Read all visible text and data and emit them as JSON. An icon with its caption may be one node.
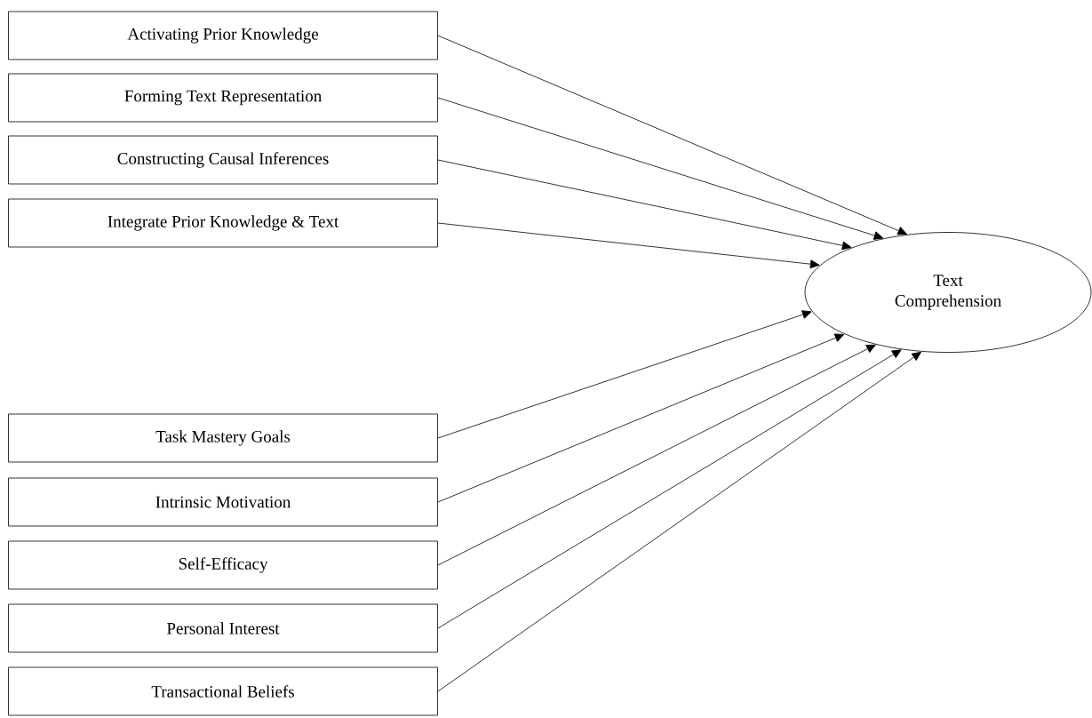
{
  "diagram": {
    "nodes": [
      {
        "text": [
          "Activating Prior Knowledge"
        ]
      },
      {
        "text": [
          "Forming Text Representation"
        ]
      },
      {
        "text": [
          "Constructing Causal Inferences"
        ]
      },
      {
        "text": [
          "Integrate Prior Knowledge & Text"
        ]
      },
      {
        "text": [
          "Task Mastery Goals"
        ]
      },
      {
        "text": [
          "Intrinsic Motivation"
        ]
      },
      {
        "text": [
          "Self-Efficacy"
        ]
      },
      {
        "text": [
          "Personal Interest"
        ]
      },
      {
        "text": [
          "Transactional Beliefs"
        ]
      },
      {
        "text": [
          "Text Comprehension"
        ]
      }
    ],
    "edges": [
      {
        "from": 0,
        "to": 9,
        "arrow": "to"
      },
      {
        "from": 1,
        "to": 9,
        "arrow": "to"
      },
      {
        "from": 2,
        "to": 9,
        "arrow": "to"
      },
      {
        "from": 3,
        "to": 9,
        "arrow": "to"
      },
      {
        "from": 4,
        "to": 9,
        "arrow": "to"
      },
      {
        "from": 5,
        "to": 9,
        "arrow": "to"
      },
      {
        "from": 6,
        "to": 9,
        "arrow": "to"
      },
      {
        "from": 7,
        "to": 9,
        "arrow": "to"
      },
      {
        "from": 8,
        "to": 9,
        "arrow": "to"
      }
    ]
  }
}
